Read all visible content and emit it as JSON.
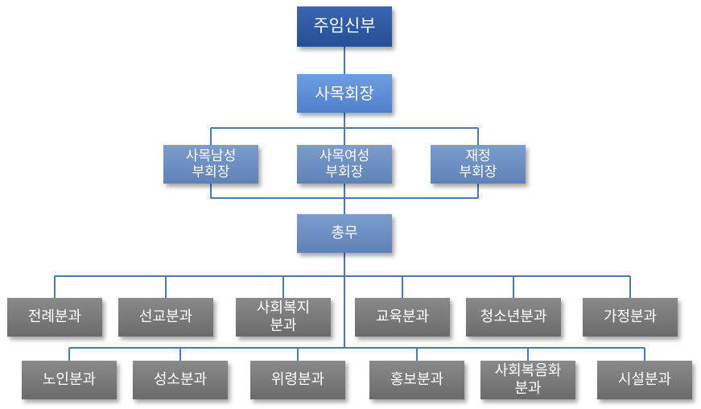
{
  "org": {
    "top": "주임신부",
    "president": "사목회장",
    "vice": [
      {
        "label": "사목남성\n부회장"
      },
      {
        "label": "사목여성\n부회장"
      },
      {
        "label": "재정\n부회장"
      }
    ],
    "general": "총무",
    "row1": [
      {
        "label": "전례분과"
      },
      {
        "label": "선교분과"
      },
      {
        "label": "사회복지\n분과"
      },
      {
        "label": "교육분과"
      },
      {
        "label": "청소년분과"
      },
      {
        "label": "가정분과"
      }
    ],
    "row2": [
      {
        "label": "노인분과"
      },
      {
        "label": "성소분과"
      },
      {
        "label": "위령분과"
      },
      {
        "label": "홍보분과"
      },
      {
        "label": "사회복음화\n분과"
      },
      {
        "label": "시설분과"
      }
    ]
  },
  "colors": {
    "top": "#2a579e",
    "president": "#5b8bd6",
    "vice": "#6b8cc0",
    "general": "#6b8cc0",
    "department": "#7a7a7a",
    "connector": "#4a7ab8"
  }
}
